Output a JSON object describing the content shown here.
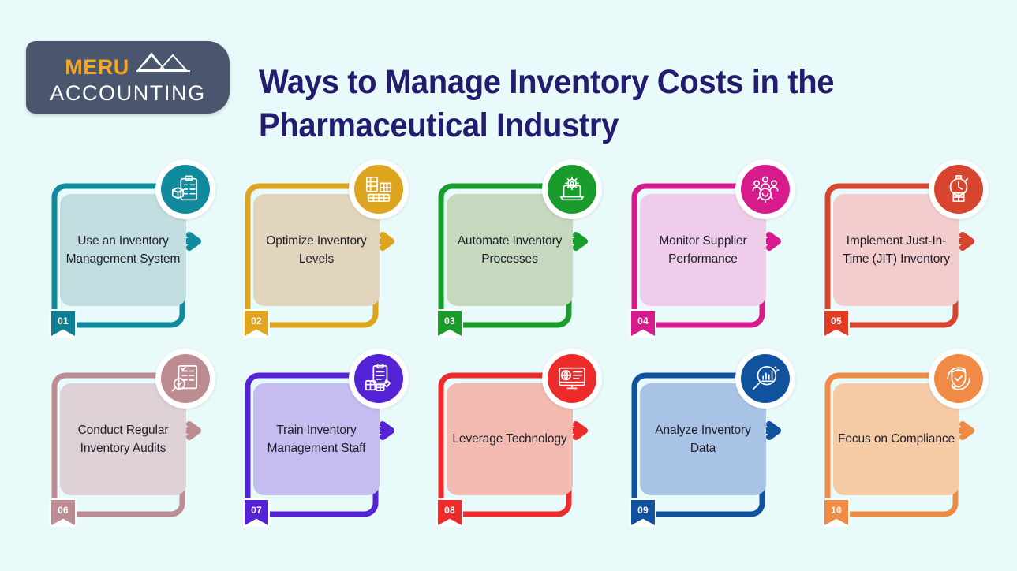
{
  "background_color": "#e9fafb",
  "header": {
    "logo": {
      "brand_top": "MERU",
      "brand_bottom": "ACCOUNTING",
      "mountain_icon": "mountain-icon",
      "badge_color": "#49566e",
      "brand_top_color": "#f5a623",
      "brand_bottom_color": "#ffffff"
    },
    "title": "Ways to Manage Inventory Costs in the Pharmaceutical Industry",
    "title_color": "#231b6e"
  },
  "steps": [
    {
      "number": "01",
      "label": "Use an Inventory Management System",
      "icon": "clipboard-checklist-box-icon",
      "accent": "#128a9e",
      "card_fill": "#c3dee0",
      "badge_fill": "#0e7f92"
    },
    {
      "number": "02",
      "label": "Optimize Inventory Levels",
      "icon": "warehouse-shelves-icon",
      "accent": "#dda41d",
      "card_fill": "#e2d5bd",
      "badge_fill": "#e3a71f"
    },
    {
      "number": "03",
      "label": "Automate Inventory Processes",
      "icon": "laptop-gear-icon",
      "accent": "#199c2b",
      "card_fill": "#c6d9bf",
      "badge_fill": "#1a9c2c"
    },
    {
      "number": "04",
      "label": "Monitor Supplier Performance",
      "icon": "supplier-team-icon",
      "accent": "#d81b8c",
      "card_fill": "#efcdea",
      "badge_fill": "#d81b8c"
    },
    {
      "number": "05",
      "label": "Implement Just-In-Time (JIT) Inventory",
      "icon": "stopwatch-delivery-icon",
      "accent": "#d8452f",
      "card_fill": "#f3cdcd",
      "badge_fill": "#e23b24"
    },
    {
      "number": "06",
      "label": "Conduct Regular Inventory Audits",
      "icon": "audit-magnifier-icon",
      "accent": "#bd8c93",
      "card_fill": "#ded1d6",
      "badge_fill": "#bd8c93"
    },
    {
      "number": "07",
      "label": "Train Inventory Management Staff",
      "icon": "training-clipboard-boxes-icon",
      "accent": "#5523d6",
      "card_fill": "#c5bdf0",
      "badge_fill": "#5523d6"
    },
    {
      "number": "08",
      "label": "Leverage Technology",
      "icon": "monitor-globe-icon",
      "accent": "#ee2b2b",
      "card_fill": "#f3bab2",
      "badge_fill": "#ee2b2b"
    },
    {
      "number": "09",
      "label": "Analyze Inventory Data",
      "icon": "magnifier-bar-chart-icon",
      "accent": "#10529e",
      "card_fill": "#a9c3e6",
      "badge_fill": "#10529e"
    },
    {
      "number": "10",
      "label": "Focus on Compliance",
      "icon": "shield-check-cycle-icon",
      "accent": "#ef8b45",
      "card_fill": "#f5cba6",
      "badge_fill": "#ef8b45"
    }
  ]
}
